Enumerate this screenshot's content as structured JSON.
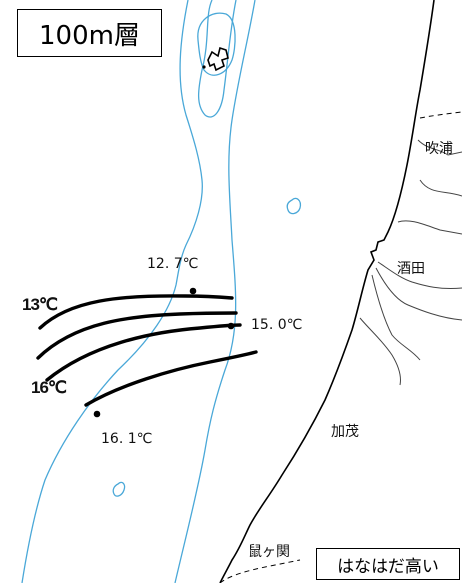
{
  "title": "100m層",
  "note": "はなはだ高い",
  "colors": {
    "bathymetry": "#4aa8d8",
    "coast": "#000000",
    "river": "#444444",
    "isotherm": "#000000"
  },
  "isotherm_labels": {
    "top": "13℃",
    "bottom": "16℃"
  },
  "observations": [
    {
      "name": "obs-north",
      "label": "12. 7℃"
    },
    {
      "name": "obs-east",
      "label": "15. 0℃"
    },
    {
      "name": "obs-south",
      "label": "16. 1℃"
    }
  ],
  "places": [
    {
      "name": "fukiura",
      "label": "吹浦"
    },
    {
      "name": "sakata",
      "label": "酒田"
    },
    {
      "name": "kamo",
      "label": "加茂"
    },
    {
      "name": "nezugaseki",
      "label": "鼠ヶ関"
    }
  ]
}
